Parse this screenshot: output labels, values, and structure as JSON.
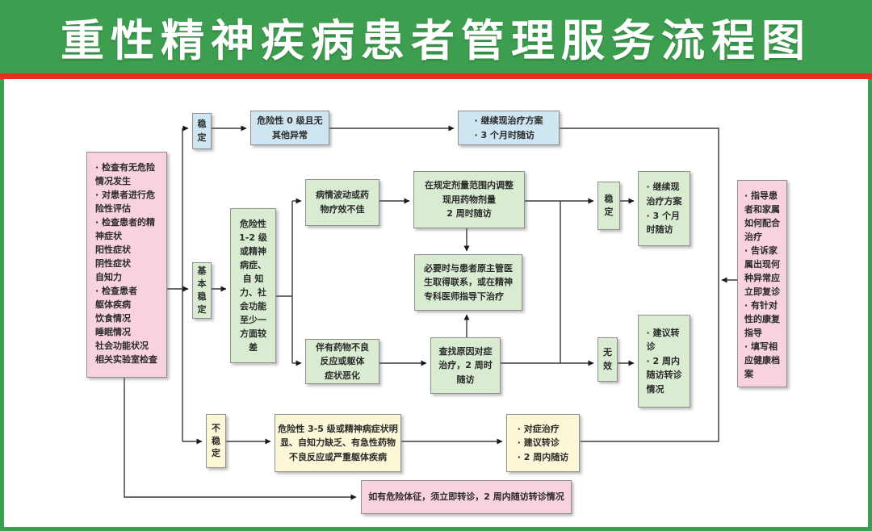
{
  "title": "重性精神疾病患者管理服务流程图",
  "colors": {
    "header_green": "#3d9e4f",
    "stripe_red": "#e2301f",
    "box_blue": "#cde6f2",
    "box_green": "#d9ecd2",
    "box_yellow": "#fcf7d7",
    "box_pink": "#f8d2dd",
    "wire": "#3a3a3a"
  },
  "nodes": {
    "left_checklist": "· 检查有无危险\n情况发生\n· 对患者进行危\n险性评估\n· 检查患者的精\n神症状\n阳性症状\n阴性症状\n自知力\n· 检查患者\n躯体疾病\n饮食情况\n睡眠情况\n社会功能状况\n相关实验室检查",
    "stable_top": "稳\n定",
    "risk0": "危险性 0 级且无\n其他异常",
    "continue_top": "· 继续现治疗方案\n· 3 个月时随访",
    "basic_stable": "基\n本\n稳\n定",
    "risk12": "危险性\n1-2 级\n或精神\n病症、\n自 知\n力、社\n会功能\n至少一\n方面较\n差",
    "fluctuation": "病情波动或药\n物疗效不佳",
    "adjust_dose": "在规定剂量范围内调整\n现用药物剂量\n2 周时随访",
    "contact_doctor": "必要时与患者原主管医\n生取得联系，或在精神\n专科医师指导下治疗",
    "adverse": "伴有药物不良\n反应或躯体\n症状恶化",
    "find_cause": "查找原因对症\n治疗，2 周时\n随访",
    "stable_right": "稳\n定",
    "continue_right": "· 继续现\n治疗方案\n· 3 个月\n时随访",
    "invalid": "无\n效",
    "refer": "· 建议转\n诊\n· 2 周内\n随访转诊\n情况",
    "right_checklist": "· 指导患\n者和家属\n如何配合\n治疗\n· 告诉家\n属出现何\n种异常应\n立即复诊\n· 有针对\n性的康复\n指导\n· 填写相\n应健康档\n案",
    "unstable": "不\n稳\n定",
    "risk35": "危险性 3-5 级或精神病症状明\n显、自知力缺乏、有急性药物\n不良反应或严重躯体疾病",
    "symptomatic": "· 对症治疗\n· 建议转诊\n· 2 周内随访",
    "danger_sign": "如有危险体征，须立即转诊，2 周内随访转诊情况"
  }
}
